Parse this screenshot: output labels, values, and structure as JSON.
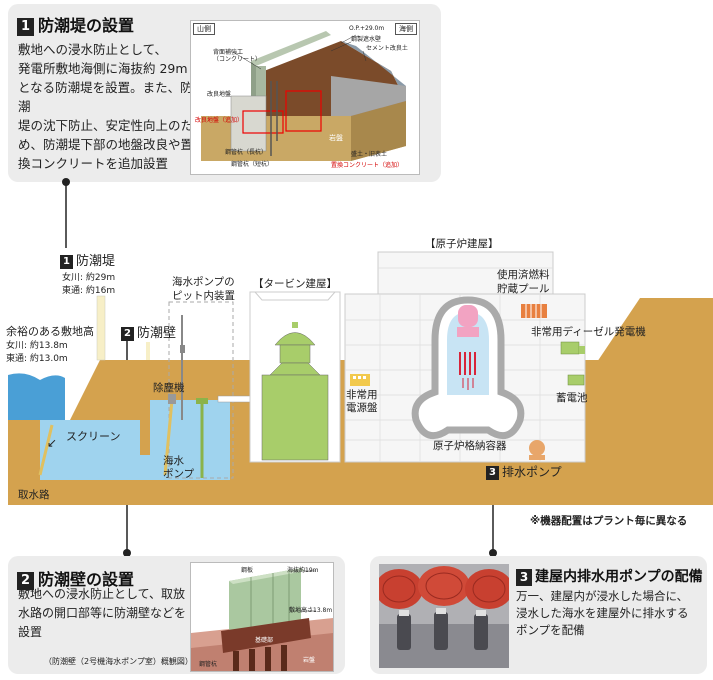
{
  "panel1": {
    "num": "1",
    "title": "防潮堤の設置",
    "lines": [
      "敷地への浸水防止として、",
      "発電所敷地海側に海抜約 29m",
      "となる防潮堤を設置。また、防潮",
      "堤の沈下防止、安定性向上のた",
      "め、防潮堤下部の地盤改良や置",
      "換コンクリートを追加設置"
    ],
    "fig": {
      "yama": "山側",
      "umi": "海側",
      "op": "O.P.+29.0m",
      "steel_wall": "鋼製遮水壁",
      "cement": "セメント改良土",
      "back": "背面補強工",
      "back2": "（コンクリート）",
      "kairyo": "改良地盤",
      "kairyo_add": "改良地盤（追加）",
      "ganban": "岩盤",
      "pile_long": "鋼管杭（長杭）",
      "pile_short": "鋼管杭（短杭）",
      "moritsuchi": "盛土・旧表土",
      "chikan": "置換コンクリート（追加）"
    }
  },
  "panel2": {
    "num": "2",
    "title": "防潮壁の設置",
    "lines": [
      "敷地への浸水防止として、取放",
      "水路の開口部等に防潮壁などを",
      "設置"
    ],
    "caption": "（防潮壁（2号機海水ポンプ室）概観図）▶",
    "fig": {
      "steel": "鋼板",
      "height": "海抜約19m",
      "site_h": "敷地高さ13.8m",
      "base": "基礎部",
      "pile": "鋼管杭",
      "ganban": "岩盤"
    }
  },
  "panel3": {
    "num": "3",
    "title": "建屋内排水用ポンプの配備",
    "lines": [
      "万一、建屋内が浸水した場合に、",
      "浸水した海水を建屋外に排水する",
      "ポンプを配備"
    ]
  },
  "main": {
    "seawall": {
      "num": "1",
      "label": "防潮堤",
      "onagawa": "女川: 約29m",
      "higashidori": "東通: 約16m"
    },
    "margin": {
      "label": "余裕のある敷地高",
      "onagawa": "女川: 約13.8m",
      "higashidori": "東通: 約13.0m"
    },
    "tidewall": {
      "num": "2",
      "label": "防潮壁"
    },
    "pit": "海水ポンプの\nピット内装置",
    "turbine": "【タービン建屋】",
    "reactor": "【原子炉建屋】",
    "spent_fuel": "使用済燃料\n貯蔵プール",
    "diesel": "非常用ディーゼル発電機",
    "emergency_panel": "非常用\n電源盤",
    "battery": "蓄電池",
    "containment": "原子炉格納容器",
    "drain_pump": {
      "num": "3",
      "label": "排水ポンプ"
    },
    "screen": "スクリーン",
    "dust": "除塵機",
    "seawater_pump": "海水\nポンプ",
    "intake": "取水路",
    "note": "※機器配置はプラント毎に異なる"
  },
  "colors": {
    "ground": "#d4a24e",
    "water": "#9fd3ee",
    "building": "#f2f2f2",
    "green": "#a8cd6a",
    "panel": "#ececec"
  }
}
